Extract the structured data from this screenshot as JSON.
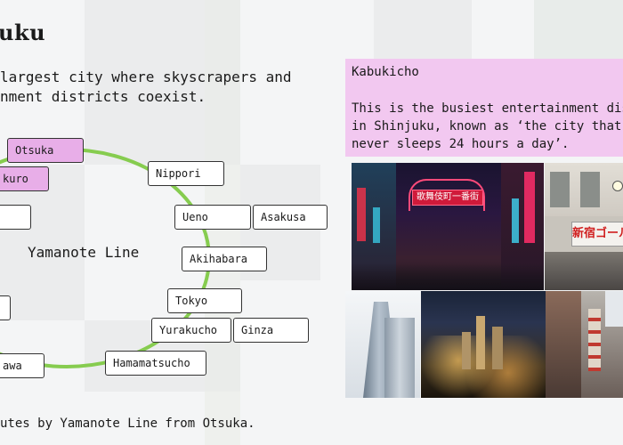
{
  "title": "uku",
  "intro": {
    "line1": "largest city where skyscrapers and",
    "line2": "nment districts coexist."
  },
  "route": {
    "label": "Yamanote Line",
    "line_color": "#86cc4f",
    "highlight_color": "#e8aee8",
    "stations": {
      "otsuka": "Otsuka",
      "ikebukuro": "kuro",
      "left_mid": "",
      "left_low": "",
      "shinagawa": "awa",
      "nippori": "Nippori",
      "ueno": "Ueno",
      "asakusa": "Asakusa",
      "akihabara": "Akihabara",
      "tokyo": "Tokyo",
      "yurakucho": "Yurakucho",
      "ginza": "Ginza",
      "hamamatsucho": "Hamamatsucho"
    }
  },
  "info": {
    "title": "Kabukicho",
    "line1": "This is the busiest entertainment dis",
    "line2": "in Shinjuku, known as ‘the city that",
    "line3": "never sleeps 24 hours a day’.",
    "bg_color": "#f2c8f0"
  },
  "photos": {
    "street_sign": "歌舞伎町一番街",
    "shop_sign": "新宿ゴール"
  },
  "footer": "utes by Yamanote Line from Otsuka."
}
